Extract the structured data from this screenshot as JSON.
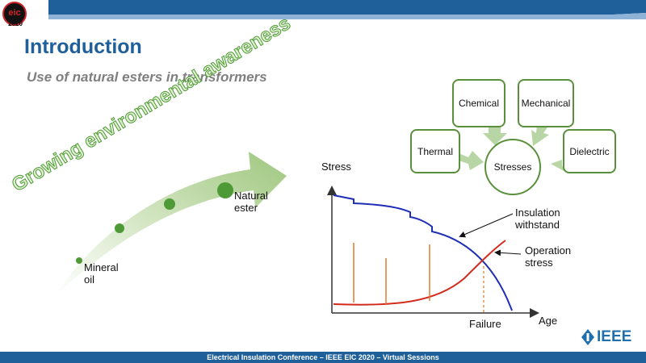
{
  "header": {
    "logo_text": "eic",
    "logo_year": "2020",
    "title": "Introduction",
    "subtitle": "Use of natural esters in transformers"
  },
  "left_diagram": {
    "arc_text": "Growing environmental awareness",
    "start_label": [
      "Mineral",
      "oil"
    ],
    "end_label": [
      "Natural",
      "ester"
    ]
  },
  "stresses": {
    "center": "Stresses",
    "thermal": "Thermal",
    "chemical": "Chemical",
    "mechanical": "Mechanical",
    "dielectric": "Dielectric"
  },
  "graph": {
    "y_label": "Stress",
    "x_label": "Age",
    "failure_label": "Failure",
    "insulation_label": [
      "Insulation",
      "withstand"
    ],
    "operation_label": [
      "Operation",
      "stress"
    ]
  },
  "footer": {
    "text": "Electrical Insulation Conference – IEEE EIC 2020 – Virtual Sessions"
  },
  "brand": {
    "ieee_text": "IEEE",
    "primary_color": "#1f5f9a",
    "green": "#5a8f3c",
    "curve_blue": "#1f2fb5",
    "curve_red": "#d42a1e",
    "spike_orange": "#e07b2a"
  }
}
